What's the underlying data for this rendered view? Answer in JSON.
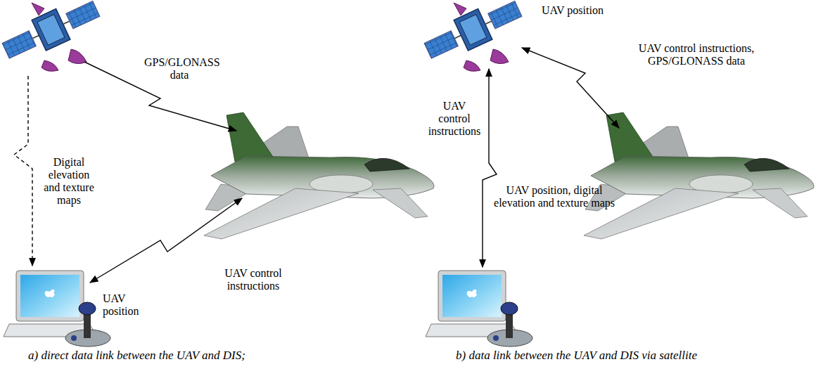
{
  "diagram": {
    "labels": [
      "GPS/GLONASS data",
      "Digital elevation and texture maps",
      "UAV control instructions",
      "UAV position",
      "UAV position",
      "UAV control instructions, GPS/GLONASS data",
      "UAV control instructions",
      "UAV position, digital elevation and texture maps",
      "a) direct data link between the UAV and DIS;",
      "b) data link between the UAV and DIS via satellite"
    ]
  }
}
